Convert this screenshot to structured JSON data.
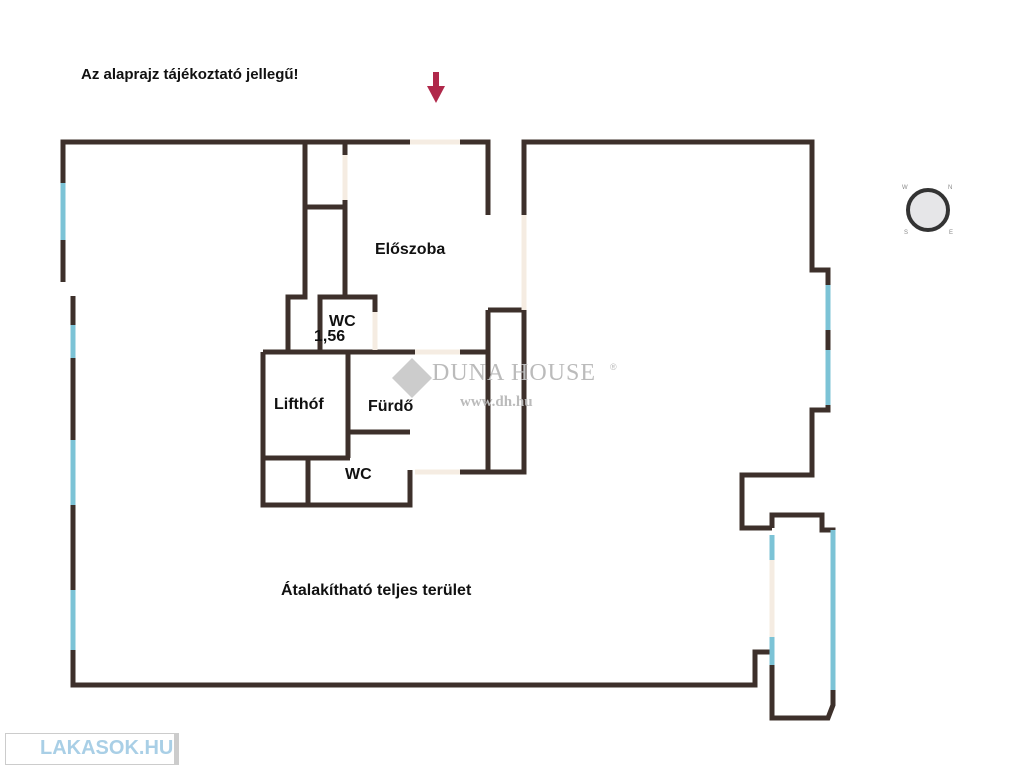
{
  "disclaimer": "Az alaprajz tájékoztató jellegű!",
  "rooms": {
    "eloszoba": "Előszoba",
    "wc1": "WC",
    "wc1_area": "1,56",
    "lifthof": "Lifthóf",
    "furdo": "Fürdő",
    "wc2": "WC",
    "main": "Átalakítható teljes terület"
  },
  "watermark": {
    "brand": "DUNA HOUSE",
    "reg": "®",
    "url": "www.dh.hu"
  },
  "logo": {
    "text": "LAKASOK.HU"
  },
  "compass": {
    "labels": [
      "W",
      "N",
      "S",
      "E"
    ]
  },
  "colors": {
    "wall": "#3d302b",
    "window": "#7cc3d6",
    "door": "#f5ece2",
    "arrow": "#b0284a"
  }
}
